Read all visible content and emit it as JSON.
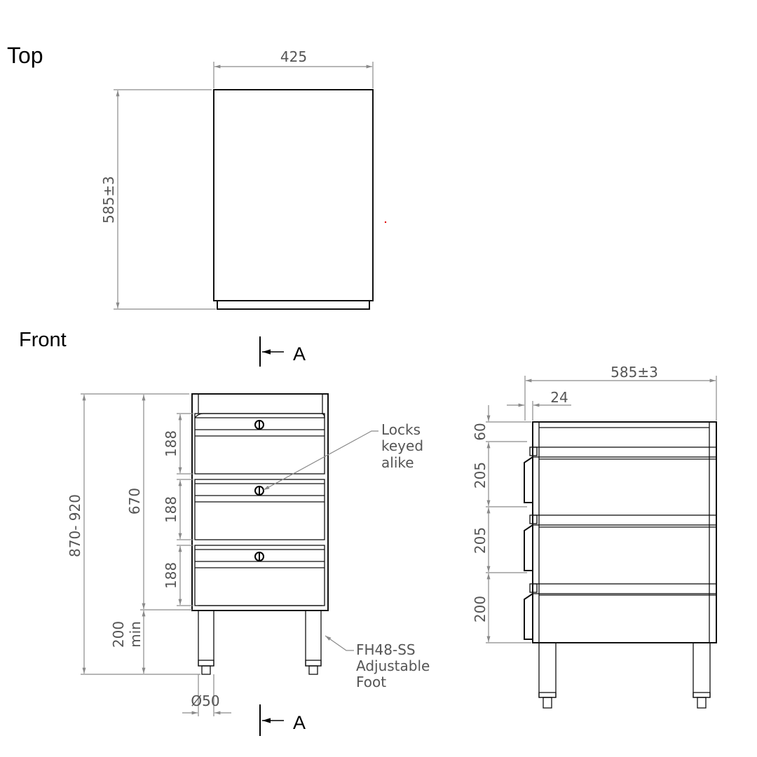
{
  "views": {
    "top_title": "Top",
    "front_title": "Front"
  },
  "section_marker": "A",
  "top_dims": {
    "width": "425",
    "depth": "585±3"
  },
  "front_dims": {
    "overall_height": "870- 920",
    "body_height": "670",
    "drawer1": "188",
    "drawer2": "188",
    "drawer3": "188",
    "leg_height_value": "200",
    "leg_height_unit": "min",
    "leg_diameter": "Ø50"
  },
  "side_dims": {
    "depth": "585±3",
    "offset": "24",
    "top": "60",
    "drawer1": "205",
    "drawer2": "205",
    "drawer3": "200"
  },
  "callouts": {
    "locks": [
      "Locks",
      "keyed",
      "alike"
    ],
    "foot": [
      "FH48-SS",
      "Adjustable",
      "Foot"
    ]
  },
  "colors": {
    "outline": "#111111",
    "dimension": "#8a8a8a",
    "dim_text": "#555555",
    "marker_dot": "#e00000"
  }
}
